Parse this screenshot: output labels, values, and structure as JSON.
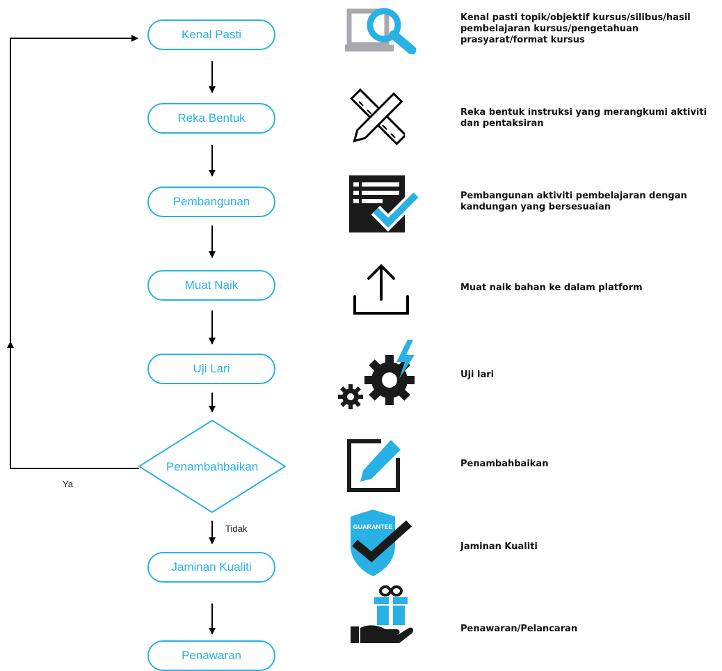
{
  "steps": [
    {
      "label": "Kenal Pasti",
      "description": "Kenal pasti topik/objektif kursus/silibus/hasil pembelajaran kursus/pengetahuan prasyarat/format kursus",
      "icon": "laptop-search-icon"
    },
    {
      "label": "Reka Bentuk",
      "description": "Reka bentuk instruksi yang merangkumi aktiviti dan pentaksiran",
      "icon": "pencil-ruler-icon"
    },
    {
      "label": "Pembangunan",
      "description": "Pembangunan aktiviti pembelajaran dengan kandungan yang bersesuaian",
      "icon": "checklist-icon"
    },
    {
      "label": "Muat Naik",
      "description": "Muat naik bahan ke dalam platform",
      "icon": "upload-icon"
    },
    {
      "label": "Uji Lari",
      "description": "Uji lari",
      "icon": "gears-icon"
    },
    {
      "label": "Penambahbaikan",
      "description": "Penambahbaikan",
      "icon": "edit-icon"
    },
    {
      "label": "Jaminan Kualiti",
      "description": "Jaminan Kualiti",
      "icon": "guarantee-shield-icon"
    },
    {
      "label": "Penawaran",
      "description": "Penawaran/Pelancaran",
      "icon": "gift-hand-icon"
    }
  ],
  "edges": {
    "yes_label": "Ya",
    "no_label": "Tidak"
  },
  "icon_text": {
    "guarantee": "GUARANTEE"
  },
  "colors": {
    "accent": "#29b1e6",
    "line": "#000000",
    "icon_gray": "#a7a9ac"
  }
}
